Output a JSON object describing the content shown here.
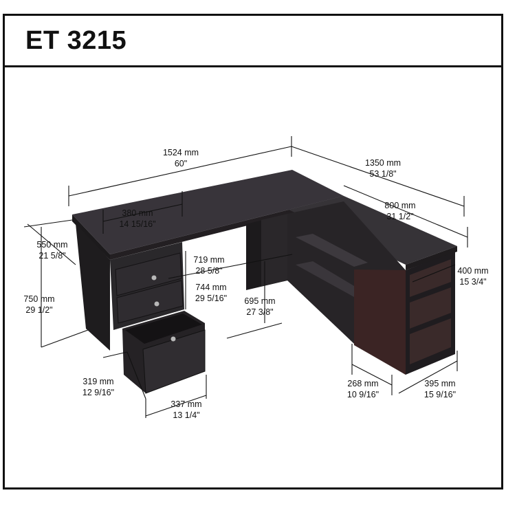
{
  "title": "ET 3215",
  "dimensions": {
    "top_width": {
      "mm": "1524 mm",
      "in": "60\""
    },
    "return_length": {
      "mm": "1350 mm",
      "in": "53 1/8\""
    },
    "return_top": {
      "mm": "800 mm",
      "in": "31 1/2\""
    },
    "drawer_width": {
      "mm": "380 mm",
      "in": "14 15/16\""
    },
    "depth": {
      "mm": "550 mm",
      "in": "21 5/8\""
    },
    "drawer_height": {
      "mm": "719 mm",
      "in": "28 5/8\""
    },
    "knee_height": {
      "mm": "744 mm",
      "in": "29 5/16\""
    },
    "total_height": {
      "mm": "750 mm",
      "in": "29 1/2\""
    },
    "leg_height": {
      "mm": "695 mm",
      "in": "27 3/8\""
    },
    "return_depth": {
      "mm": "400 mm",
      "in": "15 3/4\""
    },
    "file_depth": {
      "mm": "319 mm",
      "in": "12 9/16\""
    },
    "file_width": {
      "mm": "337 mm",
      "in": "13 1/4\""
    },
    "shelf_height": {
      "mm": "268 mm",
      "in": "10 9/16\""
    },
    "shelf_depth": {
      "mm": "395 mm",
      "in": "15 9/16\""
    }
  },
  "colors": {
    "desk_top": "#3a3638",
    "desk_side": "#252325",
    "desk_dark": "#1a1819",
    "accent_wood": "#3b2424"
  }
}
